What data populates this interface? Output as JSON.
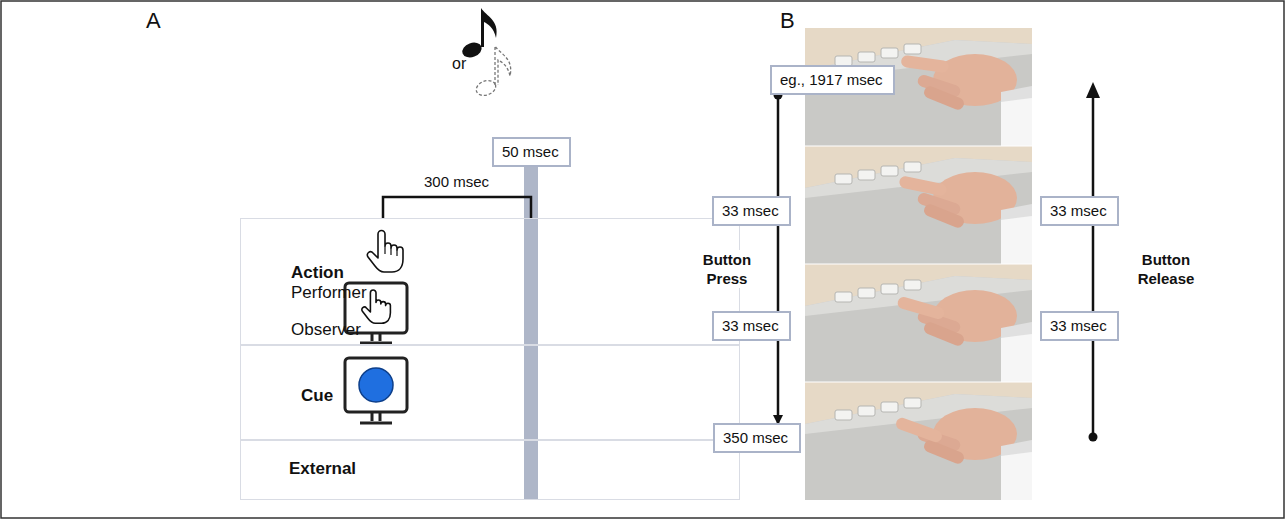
{
  "diagram": {
    "nodes": [
      {
        "text": [
          "50 msec"
        ]
      },
      {
        "text": [
          "Action",
          "Performer",
          "Observer"
        ]
      },
      {
        "text": [
          "Cue"
        ]
      },
      {
        "text": [
          "External"
        ]
      },
      {
        "text": [
          "eg., 1917 msec"
        ]
      },
      {
        "text": [
          "33 msec"
        ]
      },
      {
        "text": [
          "33 msec"
        ]
      },
      {
        "text": [
          "33 msec"
        ]
      },
      {
        "text": [
          "33 msec"
        ]
      },
      {
        "text": [
          "350 msec"
        ]
      }
    ],
    "edges": [
      {
        "from": 4,
        "to": 9,
        "arrow": "to"
      }
    ],
    "labels": [
      "A",
      "or",
      "300 msec",
      "B",
      "Button Press",
      "Button Release"
    ]
  }
}
